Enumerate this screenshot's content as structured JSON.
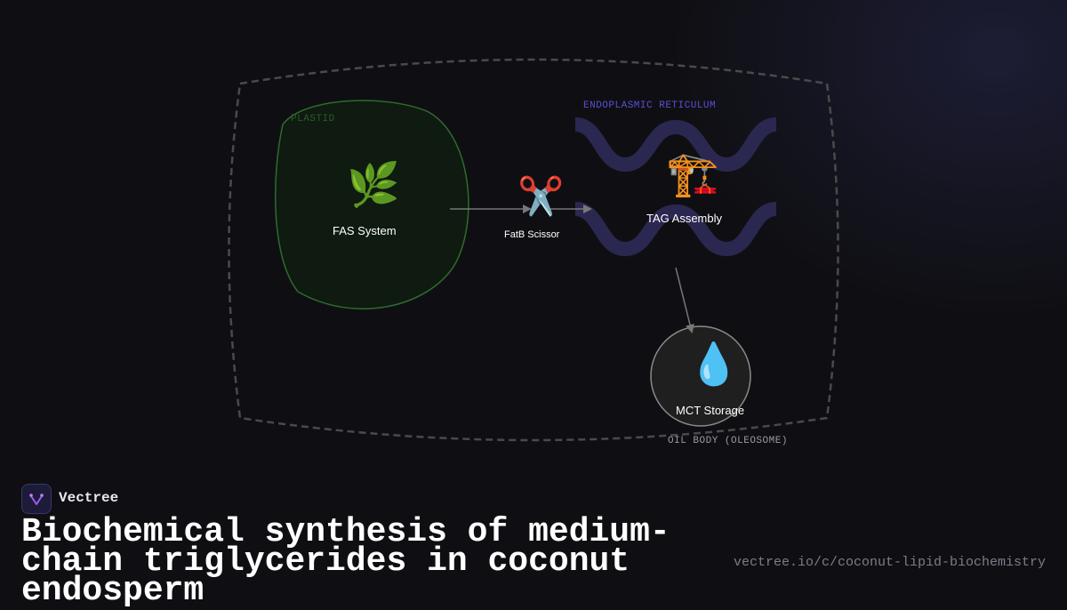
{
  "diagram": {
    "compartments": {
      "plastid": "PLASTID",
      "er": "ENDOPLASMIC RETICULUM",
      "oil_body": "OIL BODY (OLEOSOME)"
    },
    "nodes": {
      "fas": {
        "label": "FAS System",
        "icon": "🌿",
        "icon_name": "herb-icon"
      },
      "fatb": {
        "label": "FatB Scissor",
        "icon": "✂️",
        "icon_name": "scissors-icon"
      },
      "tag": {
        "label": "TAG Assembly",
        "icon": "🏗️",
        "icon_name": "construction-crane-icon"
      },
      "mct": {
        "label": "MCT Storage",
        "icon": "💧",
        "icon_name": "droplet-icon"
      }
    },
    "colors": {
      "plastid_stroke": "#2e6b2e",
      "plastid_fill": "#0f1a10",
      "er_stroke": "#2a2850",
      "er_label": "#5b4fd6",
      "cell_border": "#4a4a4a",
      "arrow": "#777777"
    }
  },
  "footer": {
    "brand": "Vectree",
    "title": "Biochemical synthesis of medium-chain triglycerides in coconut endosperm",
    "url": "vectree.io/c/coconut-lipid-biochemistry"
  }
}
